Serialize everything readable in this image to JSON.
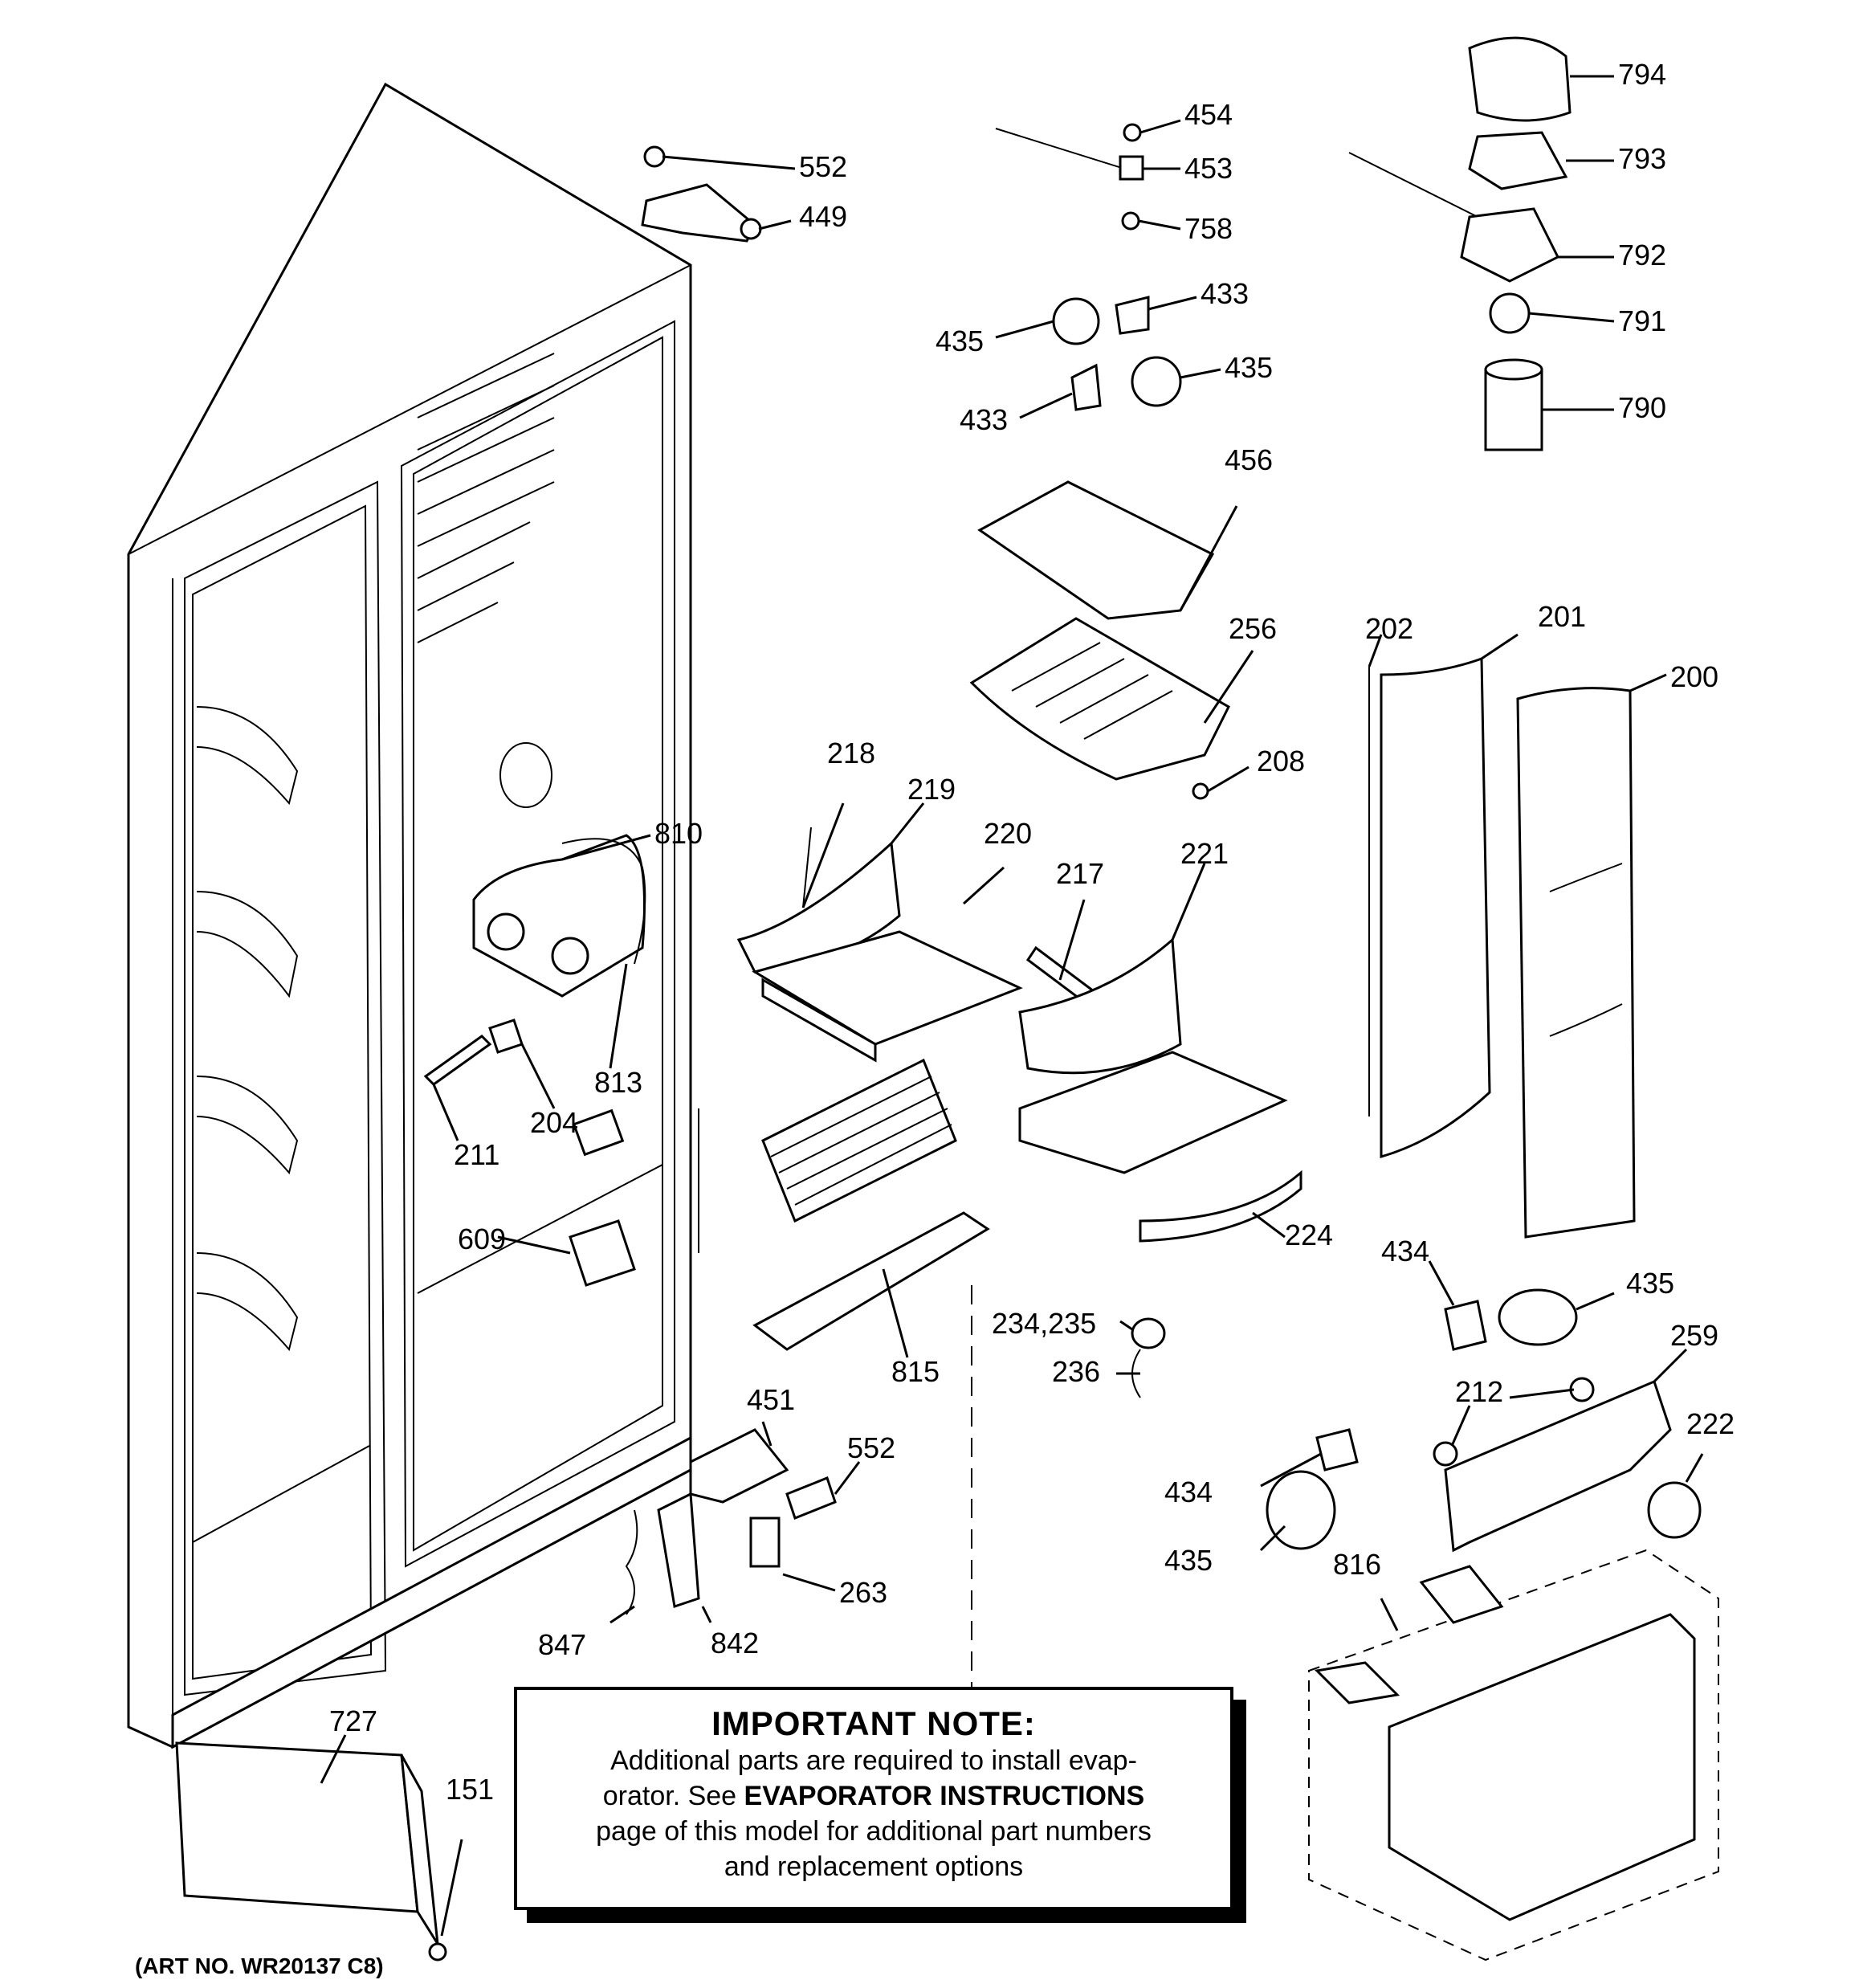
{
  "labels": [
    {
      "id": "p552a",
      "text": "552"
    },
    {
      "id": "p449",
      "text": "449"
    },
    {
      "id": "p454",
      "text": "454"
    },
    {
      "id": "p453",
      "text": "453"
    },
    {
      "id": "p758",
      "text": "758"
    },
    {
      "id": "p433a",
      "text": "433"
    },
    {
      "id": "p435a",
      "text": "435"
    },
    {
      "id": "p435b",
      "text": "435"
    },
    {
      "id": "p433b",
      "text": "433"
    },
    {
      "id": "p794",
      "text": "794"
    },
    {
      "id": "p793",
      "text": "793"
    },
    {
      "id": "p792",
      "text": "792"
    },
    {
      "id": "p791",
      "text": "791"
    },
    {
      "id": "p790",
      "text": "790"
    },
    {
      "id": "p456",
      "text": "456"
    },
    {
      "id": "p256",
      "text": "256"
    },
    {
      "id": "p208",
      "text": "208"
    },
    {
      "id": "p202",
      "text": "202"
    },
    {
      "id": "p201",
      "text": "201"
    },
    {
      "id": "p200",
      "text": "200"
    },
    {
      "id": "p218",
      "text": "218"
    },
    {
      "id": "p219",
      "text": "219"
    },
    {
      "id": "p220",
      "text": "220"
    },
    {
      "id": "p217",
      "text": "217"
    },
    {
      "id": "p221",
      "text": "221"
    },
    {
      "id": "p810",
      "text": "810"
    },
    {
      "id": "p813",
      "text": "813"
    },
    {
      "id": "p204",
      "text": "204"
    },
    {
      "id": "p211",
      "text": "211"
    },
    {
      "id": "p609",
      "text": "609"
    },
    {
      "id": "p224",
      "text": "224"
    },
    {
      "id": "p815",
      "text": "815"
    },
    {
      "id": "p234",
      "text": "234,235"
    },
    {
      "id": "p236",
      "text": "236"
    },
    {
      "id": "p434a",
      "text": "434"
    },
    {
      "id": "p435c",
      "text": "435"
    },
    {
      "id": "p259",
      "text": "259"
    },
    {
      "id": "p212",
      "text": "212"
    },
    {
      "id": "p222",
      "text": "222"
    },
    {
      "id": "p434b",
      "text": "434"
    },
    {
      "id": "p435d",
      "text": "435"
    },
    {
      "id": "p816",
      "text": "816"
    },
    {
      "id": "p451",
      "text": "451"
    },
    {
      "id": "p552b",
      "text": "552"
    },
    {
      "id": "p263",
      "text": "263"
    },
    {
      "id": "p847",
      "text": "847"
    },
    {
      "id": "p842",
      "text": "842"
    },
    {
      "id": "p727",
      "text": "727"
    },
    {
      "id": "p151",
      "text": "151"
    }
  ],
  "note": {
    "title": "IMPORTANT NOTE:",
    "line1": "Additional parts are required to install evap-",
    "line2_pre": "orator.  See ",
    "line2_bold": "EVAPORATOR INSTRUCTIONS",
    "line3": "page of this model for additional part numbers",
    "line4": "and replacement options"
  },
  "art_no": "(ART NO. WR20137 C8)"
}
